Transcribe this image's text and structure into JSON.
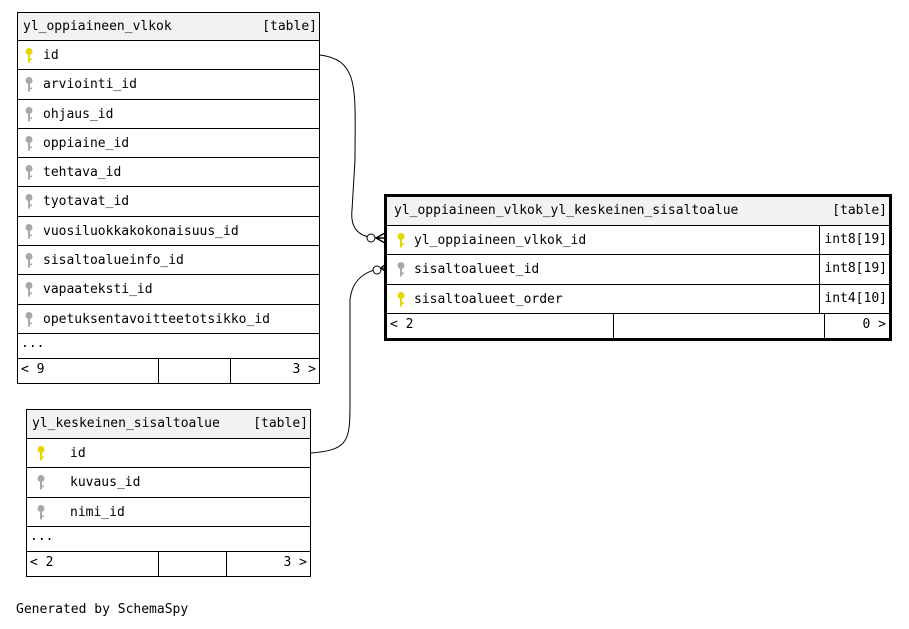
{
  "tables": {
    "vlkok": {
      "name": "yl_oppiaineen_vlkok",
      "kind": "[table]",
      "columns": [
        {
          "name": "id",
          "key": "primary"
        },
        {
          "name": "arviointi_id",
          "key": "foreign"
        },
        {
          "name": "ohjaus_id",
          "key": "foreign"
        },
        {
          "name": "oppiaine_id",
          "key": "foreign"
        },
        {
          "name": "tehtava_id",
          "key": "foreign"
        },
        {
          "name": "tyotavat_id",
          "key": "foreign"
        },
        {
          "name": "vuosiluokkakokonaisuus_id",
          "key": "foreign"
        },
        {
          "name": "sisaltoalueinfo_id",
          "key": "foreign"
        },
        {
          "name": "vapaateksti_id",
          "key": "foreign"
        },
        {
          "name": "opetuksentavoitteetotsikko_id",
          "key": "foreign"
        }
      ],
      "more": "...",
      "footer": {
        "parents": "< 9",
        "children": "3 >"
      }
    },
    "junction": {
      "name": "yl_oppiaineen_vlkok_yl_keskeinen_sisaltoalue",
      "kind": "[table]",
      "columns": [
        {
          "name": "yl_oppiaineen_vlkok_id",
          "type": "int8[19]",
          "key": "primary"
        },
        {
          "name": "sisaltoalueet_id",
          "type": "int8[19]",
          "key": "foreign"
        },
        {
          "name": "sisaltoalueet_order",
          "type": "int4[10]",
          "key": "primary"
        }
      ],
      "footer": {
        "parents": "< 2",
        "children": "0 >"
      }
    },
    "sisaltoalue": {
      "name": "yl_keskeinen_sisaltoalue",
      "kind": "[table]",
      "columns": [
        {
          "name": "id",
          "key": "primary"
        },
        {
          "name": "kuvaus_id",
          "key": "foreign"
        },
        {
          "name": "nimi_id",
          "key": "foreign"
        }
      ],
      "more": "...",
      "footer": {
        "parents": "< 2",
        "children": "3 >"
      }
    }
  },
  "colors": {
    "primary_key": "#e6d600",
    "foreign_key": "#a8a8a8",
    "header_bg": "#f2f2f2"
  },
  "credit": "Generated by SchemaSpy"
}
